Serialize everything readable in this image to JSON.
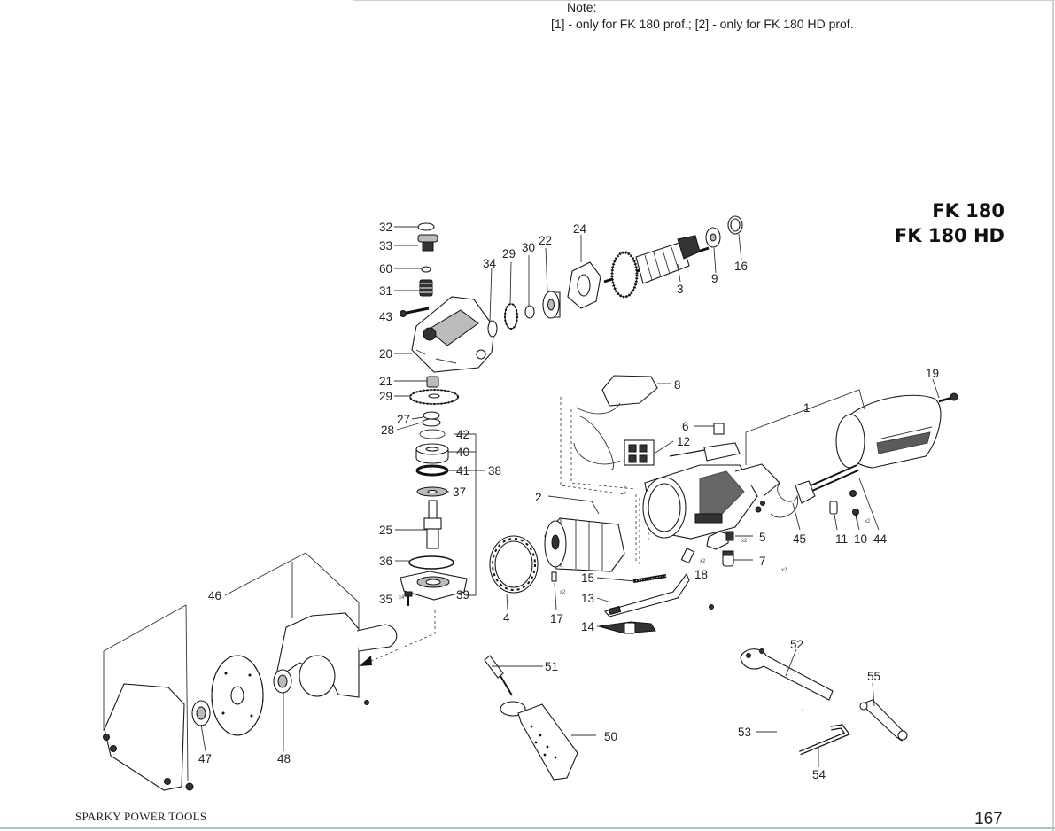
{
  "note": {
    "title": "Note:",
    "text": "[1] - only for FK 180 prof.; [2] - only for FK 180 HD prof."
  },
  "models": [
    "FK 180",
    "FK 180 HD"
  ],
  "footer": {
    "brand": "SPARKY POWER TOOLS",
    "page_number": "167"
  },
  "callouts": [
    "1",
    "2",
    "3",
    "4",
    "5",
    "6",
    "7",
    "8",
    "9",
    "10",
    "11",
    "12",
    "13",
    "14",
    "15",
    "16",
    "17",
    "18",
    "19",
    "20",
    "21",
    "22",
    "24",
    "25",
    "27",
    "28",
    "29",
    "29",
    "30",
    "31",
    "32",
    "33",
    "34",
    "35",
    "36",
    "37",
    "38",
    "39",
    "40",
    "41",
    "42",
    "43",
    "44",
    "45",
    "46",
    "47",
    "48",
    "50",
    "51",
    "52",
    "53",
    "54",
    "55",
    "60"
  ],
  "multiplier_marks": [
    "x2",
    "x2",
    "x2",
    "x2",
    "x2",
    "x4"
  ]
}
